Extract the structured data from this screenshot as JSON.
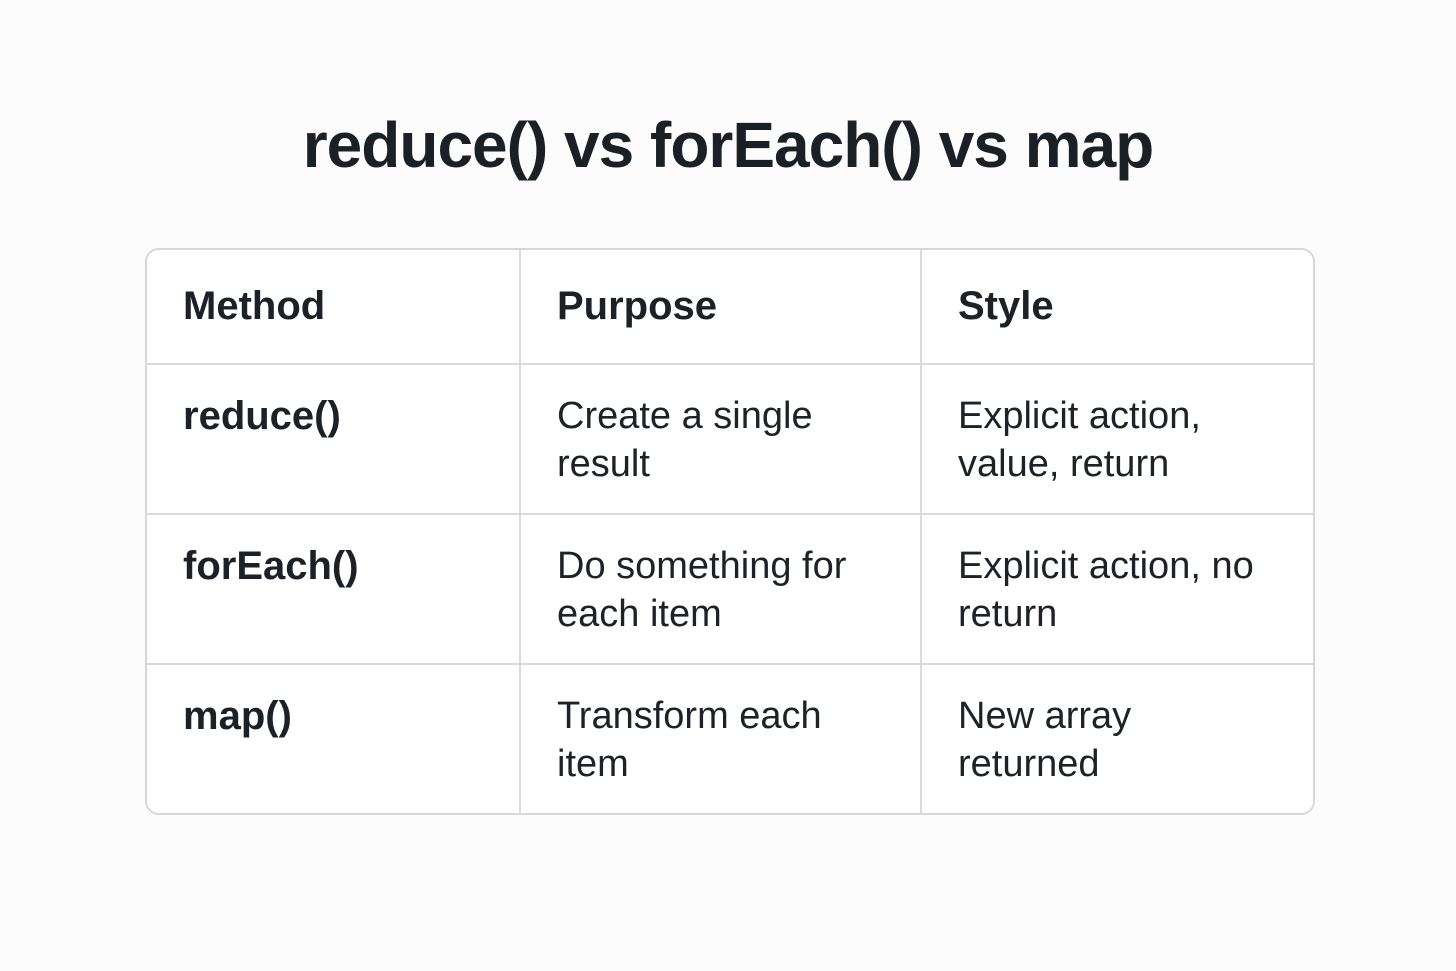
{
  "page": {
    "title": "reduce() vs forEach() vs map"
  },
  "table": {
    "headers": [
      "Method",
      "Purpose",
      "Style"
    ],
    "rows": [
      {
        "method": "reduce()",
        "purpose": "Create a single result",
        "style": "Explicit action, value, return"
      },
      {
        "method": "forEach()",
        "purpose": "Do something for each item",
        "style": "Explicit action, no return"
      },
      {
        "method": "map()",
        "purpose": "Transform each item",
        "style": "New array returned"
      }
    ]
  },
  "colors": {
    "background": "#fcfcfc",
    "table_background": "#ffffff",
    "border": "#d7d7da",
    "text": "#1d2228"
  }
}
